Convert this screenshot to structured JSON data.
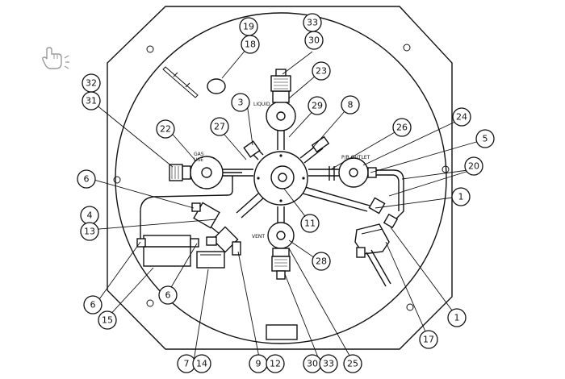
{
  "labels": {
    "liquid": "LIQUID",
    "gas_use_line1": "GAS",
    "gas_use_line2": "USE",
    "pb_outlet": "P/B OUTLET",
    "vent": "VENT"
  },
  "callouts": {
    "c33a": "33",
    "c30a": "30",
    "c19": "19",
    "c18": "18",
    "c23": "23",
    "c3": "3",
    "c29": "29",
    "c8": "8",
    "c32": "32",
    "c31": "31",
    "c22": "22",
    "c27": "27",
    "c26": "26",
    "c24": "24",
    "c5": "5",
    "c20": "20",
    "c6a": "6",
    "c4": "4",
    "c13": "13",
    "c1a": "1",
    "c11": "11",
    "c28": "28",
    "c6b": "6",
    "c15": "15",
    "c6c": "6",
    "c1b": "1",
    "c17": "17",
    "c7": "7",
    "c14": "14",
    "c9": "9",
    "c12": "12",
    "c30b": "30",
    "c33b": "33",
    "c25": "25"
  },
  "icons": {
    "pointer": "pointing-hand-icon"
  }
}
